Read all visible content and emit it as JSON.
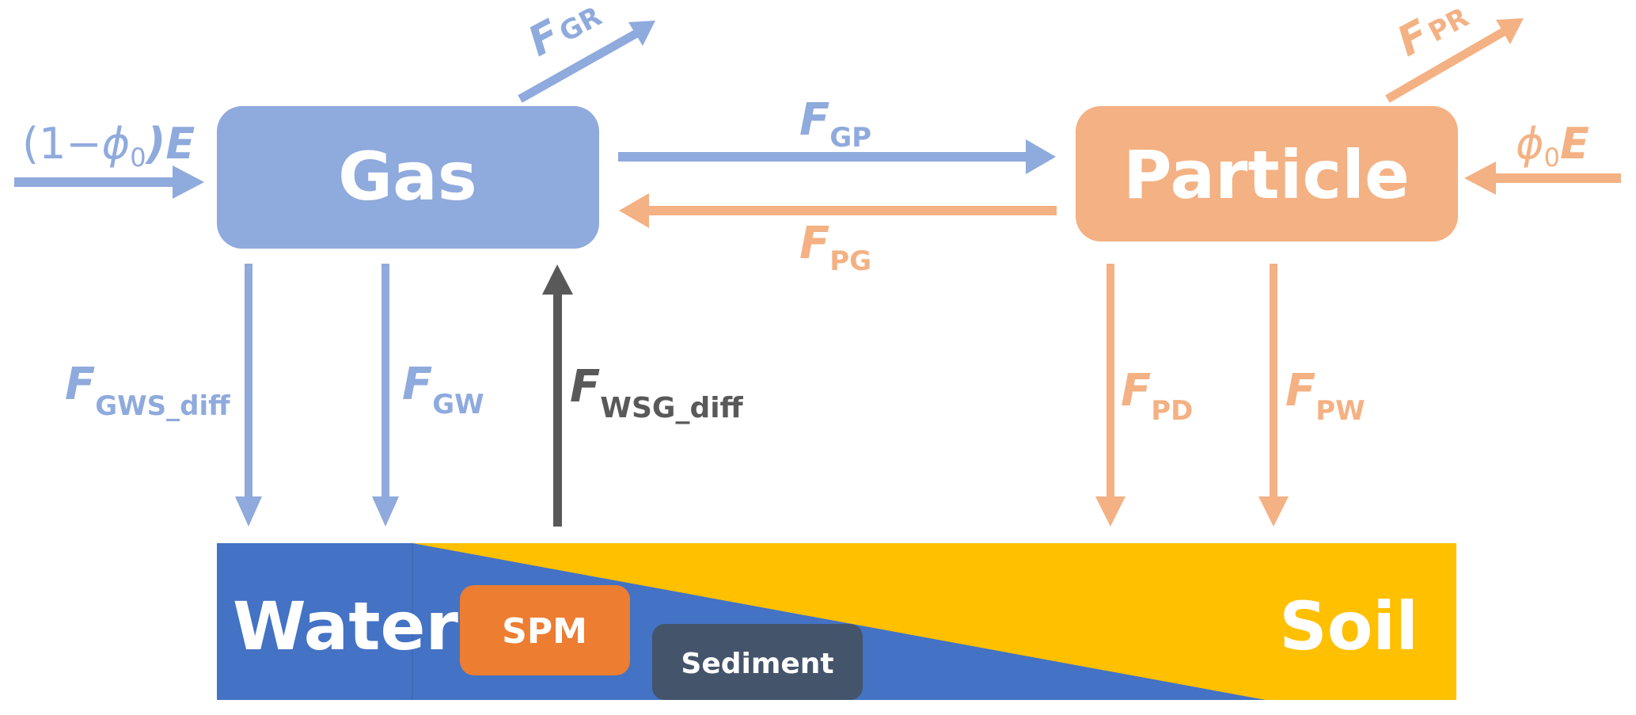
{
  "colors": {
    "gas": "#8FAADC",
    "particle": "#F4B183",
    "water": "#4472C4",
    "soil": "#FFC000",
    "spm": "#ED7D31",
    "sediment": "#44546A",
    "diffusion": "#595959",
    "box_text": "#FFFFFF"
  },
  "compartments": {
    "gas": "Gas",
    "particle": "Particle",
    "water": "Water",
    "soil": "Soil",
    "spm": "SPM",
    "sediment": "Sediment"
  },
  "emissions": {
    "gas": {
      "prefix": "(1−",
      "phi": "ϕ",
      "sub": "0",
      "suffix": ")E"
    },
    "particle": {
      "phi": "ϕ",
      "sub": "0",
      "suffix": "E"
    }
  },
  "fluxes": [
    {
      "id": "GR",
      "symbol": "F",
      "sub": "GR",
      "from": "Gas",
      "to": "Removal",
      "color": "gas"
    },
    {
      "id": "PR",
      "symbol": "F",
      "sub": "PR",
      "from": "Particle",
      "to": "Removal",
      "color": "particle"
    },
    {
      "id": "GP",
      "symbol": "F",
      "sub": "GP",
      "from": "Gas",
      "to": "Particle",
      "color": "gas"
    },
    {
      "id": "PG",
      "symbol": "F",
      "sub": "PG",
      "from": "Particle",
      "to": "Gas",
      "color": "particle"
    },
    {
      "id": "GWS_diff",
      "symbol": "F",
      "sub": "GWS_diff",
      "from": "Gas",
      "to": "Water/Soil",
      "color": "gas"
    },
    {
      "id": "GW",
      "symbol": "F",
      "sub": "GW",
      "from": "Gas",
      "to": "Water/Soil",
      "color": "gas"
    },
    {
      "id": "WSG_diff",
      "symbol": "F",
      "sub": "WSG_diff",
      "from": "Water/Soil",
      "to": "Gas",
      "color": "diffusion"
    },
    {
      "id": "PD",
      "symbol": "F",
      "sub": "PD",
      "from": "Particle",
      "to": "Water/Soil",
      "color": "particle"
    },
    {
      "id": "PW",
      "symbol": "F",
      "sub": "PW",
      "from": "Particle",
      "to": "Water/Soil",
      "color": "particle"
    }
  ]
}
